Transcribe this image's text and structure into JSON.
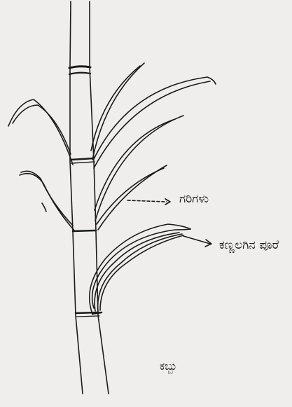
{
  "labels": {
    "leaf": "ಗರಿಗಳು",
    "leaf_sheath": "ಕಣ್ಣಲಗಿನ ಪೂರೆ",
    "caption": "ಕಬ್ಬು"
  },
  "colors": {
    "paper": "#efeeec",
    "ink": "#1a1a1a"
  }
}
